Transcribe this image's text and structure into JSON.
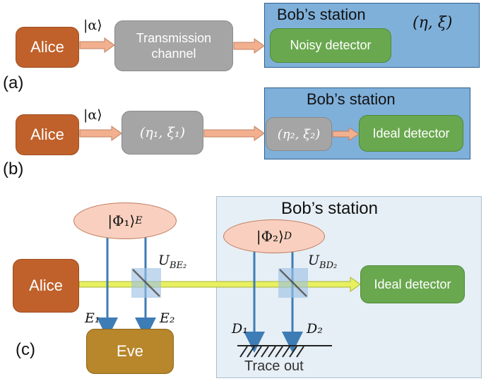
{
  "panel_a": {
    "tag": "(a)",
    "alice": "Alice",
    "state": "|α⟩",
    "channel": "Transmission channel",
    "station_title": "Bob’s station",
    "params": "(η, ξ)",
    "detector": "Noisy detector"
  },
  "panel_b": {
    "tag": "(b)",
    "alice": "Alice",
    "state": "|α⟩",
    "channel_params": "(η₁, ξ₁)",
    "station_title": "Bob’s station",
    "station_params": "(η₂, ξ₂)",
    "detector": "Ideal detector"
  },
  "panel_c": {
    "tag": "(c)",
    "alice": "Alice",
    "eve": "Eve",
    "station_title": "Bob’s station",
    "phi1": "|Φ₁⟩",
    "phi1_sub": "E",
    "phi2": "|Φ₂⟩",
    "phi2_sub": "D",
    "ube": "U",
    "ube_sub": "BE₂",
    "ubd": "U",
    "ubd_sub": "BD₂",
    "e1": "E₁",
    "e2": "E₂",
    "d1": "D₁",
    "d2": "D₂",
    "detector": "Ideal detector",
    "trace_out": "Trace out"
  },
  "colors": {
    "alice": "#c0612b",
    "gray_box": "#a5a5a5",
    "detector_green": "#6aa84f",
    "station_blue": "#7fb0da",
    "station_light": "#e6eff5",
    "ellipse": "#f9d0bf",
    "arrow_orange": "#f2b08f",
    "beam_yellow": "#e8f060",
    "beam_blue": "#3e7cb5",
    "eve": "#b8862b"
  }
}
